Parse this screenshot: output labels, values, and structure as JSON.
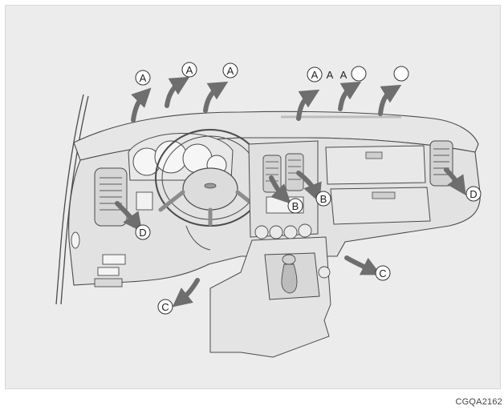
{
  "figure_code": "CGQA2162",
  "vent_labels": {
    "a": "A",
    "b": "B",
    "c": "C",
    "d": "D"
  },
  "colors": {
    "background": "#ececec",
    "dashboard": "#e2e2e2",
    "outline": "#4a4a4a",
    "arrow": "#6e6e6e",
    "circle_fill": "#ffffff"
  }
}
